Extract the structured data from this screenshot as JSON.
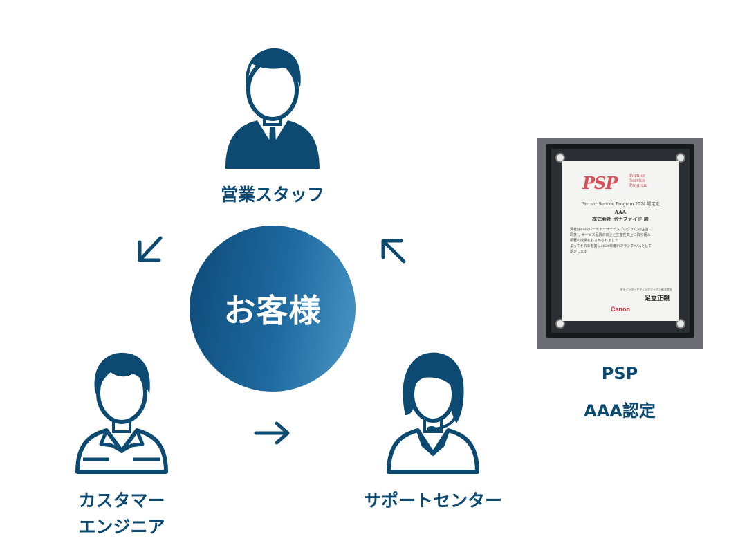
{
  "center": {
    "label": "お客様"
  },
  "roles": {
    "sales": {
      "label": "営業スタッフ"
    },
    "engineer": {
      "line1": "カスタマー",
      "line2": "エンジニア"
    },
    "support": {
      "label": "サポートセンター"
    }
  },
  "colors": {
    "primary": "#0c4a72",
    "gradient_start": "#0d4a78",
    "gradient_end": "#4a97c6",
    "certificate_accent": "#d94d57"
  },
  "icons": {
    "sales": "businessman-icon",
    "engineer": "engineer-icon",
    "support": "operator-headset-icon",
    "arrows": [
      "arrow-down-left-icon",
      "arrow-right-icon",
      "arrow-up-left-icon"
    ]
  },
  "certificate": {
    "logo": "PSP",
    "logo_sub": [
      "Partner",
      "Service",
      "Program"
    ],
    "program_line": "Partner Service Program 2024 認定証",
    "rank": "AAA",
    "recipient": "株式会社 ボナファイド 殿",
    "body": [
      "貴社はPSP(パートナーサービスプログラム)の主旨に",
      "同意し サービス品質の向上と生産性向上に取り組み",
      "顕著の成績をおさめられました",
      "よってその事を賞し2024年度PSPランクAAAとして",
      "認定します"
    ],
    "issuer_corp": "キヤノンマーケティングジャパン株式会社",
    "signature": "足立正親",
    "brand": "Canon"
  },
  "certificate_caption": {
    "line1": "PSP",
    "line2": "AAA認定"
  }
}
